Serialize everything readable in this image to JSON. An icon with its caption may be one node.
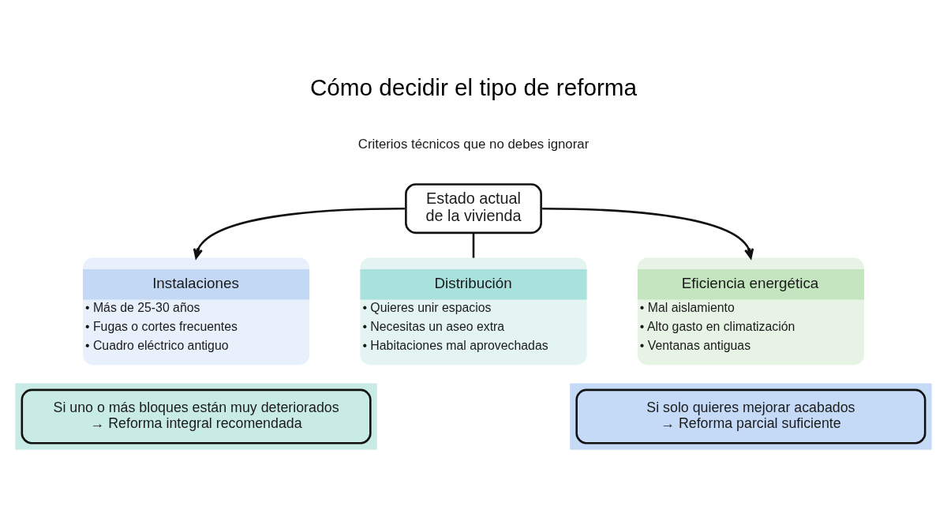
{
  "diagram": {
    "title": "Cómo decidir el tipo de reforma",
    "nodes": [
      {
        "text": [
          "Estado actual de la vivienda"
        ]
      },
      {
        "text": [
          "Instalaciones",
          "• Más de 25-30 años",
          "• Fugas o cortes frecuentes",
          "• Cuadro eléctrico antiguo"
        ]
      },
      {
        "text": [
          "Distribución",
          "• Quieres unir espacios",
          "• Necesitas un aseo extra",
          "• Habitaciones mal aprovechadas"
        ]
      },
      {
        "text": [
          "Eficiencia energética",
          "• Mal aislamiento",
          "• Alto gasto en climatización",
          "• Ventanas antiguas"
        ]
      },
      {
        "text": [],
        "shape": "box"
      },
      {
        "text": [
          "Si uno o más bloques están muy deteriorados",
          "→ Reforma integral recomendada"
        ],
        "in": 4
      },
      {
        "text": [],
        "shape": "box"
      },
      {
        "text": [
          "Si solo quieres mejorar acabados",
          "→ Reforma parcial suficiente"
        ],
        "in": 6
      }
    ],
    "edges": [
      {
        "from": 0,
        "to": 1,
        "arrow": "to"
      },
      {
        "from": 0,
        "to": 2,
        "arrow": "none"
      },
      {
        "from": 0,
        "to": 3,
        "arrow": "to"
      }
    ],
    "labels": [
      "Criterios técnicos que no debes ignorar"
    ]
  }
}
